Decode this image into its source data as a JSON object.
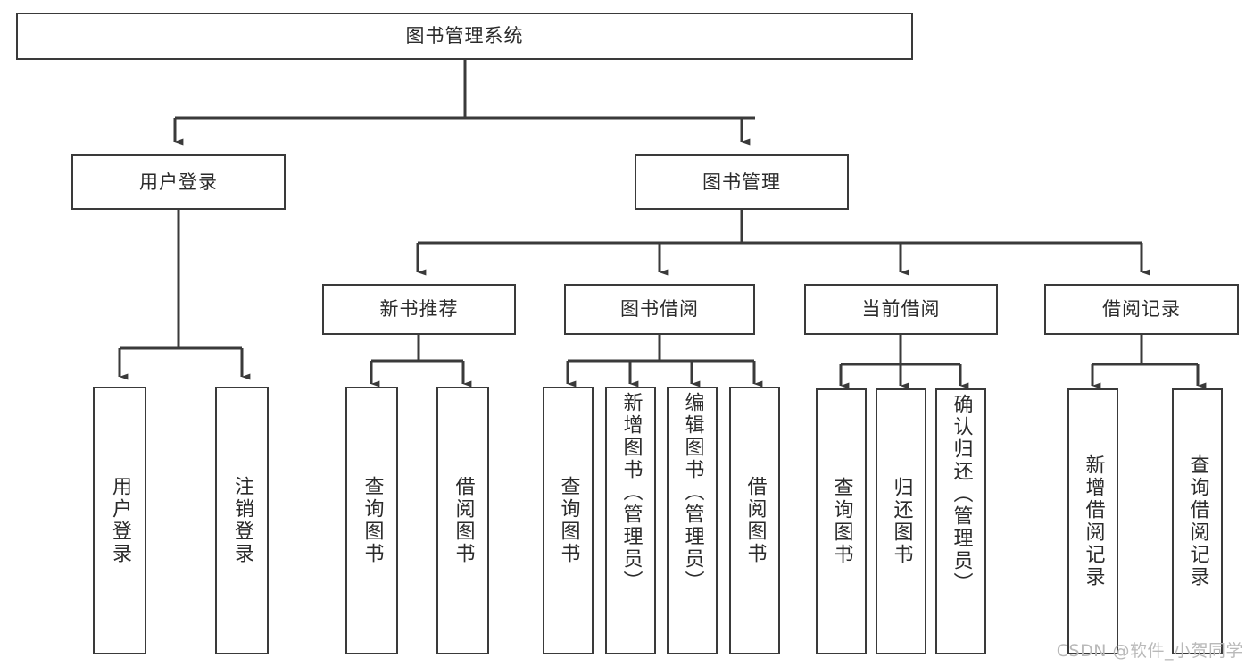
{
  "diagram": {
    "type": "tree-hierarchy",
    "title": "图书管理系统",
    "watermark": "CSDN @软件_小贺同学",
    "colors": {
      "box_stroke": "#3a3a3a",
      "box_fill": "#ffffff",
      "connector": "#3a3a3a",
      "text": "#2b2b2b",
      "watermark": "#b9b9b9"
    },
    "levels": {
      "root": {
        "label": "图书管理系统"
      },
      "level2": [
        {
          "label": "用户登录"
        },
        {
          "label": "图书管理"
        }
      ],
      "level3": [
        {
          "label": "新书推荐"
        },
        {
          "label": "图书借阅"
        },
        {
          "label": "当前借阅"
        },
        {
          "label": "借阅记录"
        }
      ]
    },
    "leaves": {
      "user_login": [
        {
          "label": "用户登录"
        },
        {
          "label": "注销登录"
        }
      ],
      "new_book_recommend": [
        {
          "label": "查询图书"
        },
        {
          "label": "借阅图书"
        }
      ],
      "book_borrow": [
        {
          "label": "查询图书"
        },
        {
          "label": "新增图书（管理员）"
        },
        {
          "label": "编辑图书（管理员）"
        },
        {
          "label": "借阅图书"
        }
      ],
      "current_borrow": [
        {
          "label": "查询图书"
        },
        {
          "label": "归还图书"
        },
        {
          "label": "确认归还（管理员）"
        }
      ],
      "borrow_record": [
        {
          "label": "新增借阅记录"
        },
        {
          "label": "查询借阅记录"
        }
      ]
    }
  }
}
